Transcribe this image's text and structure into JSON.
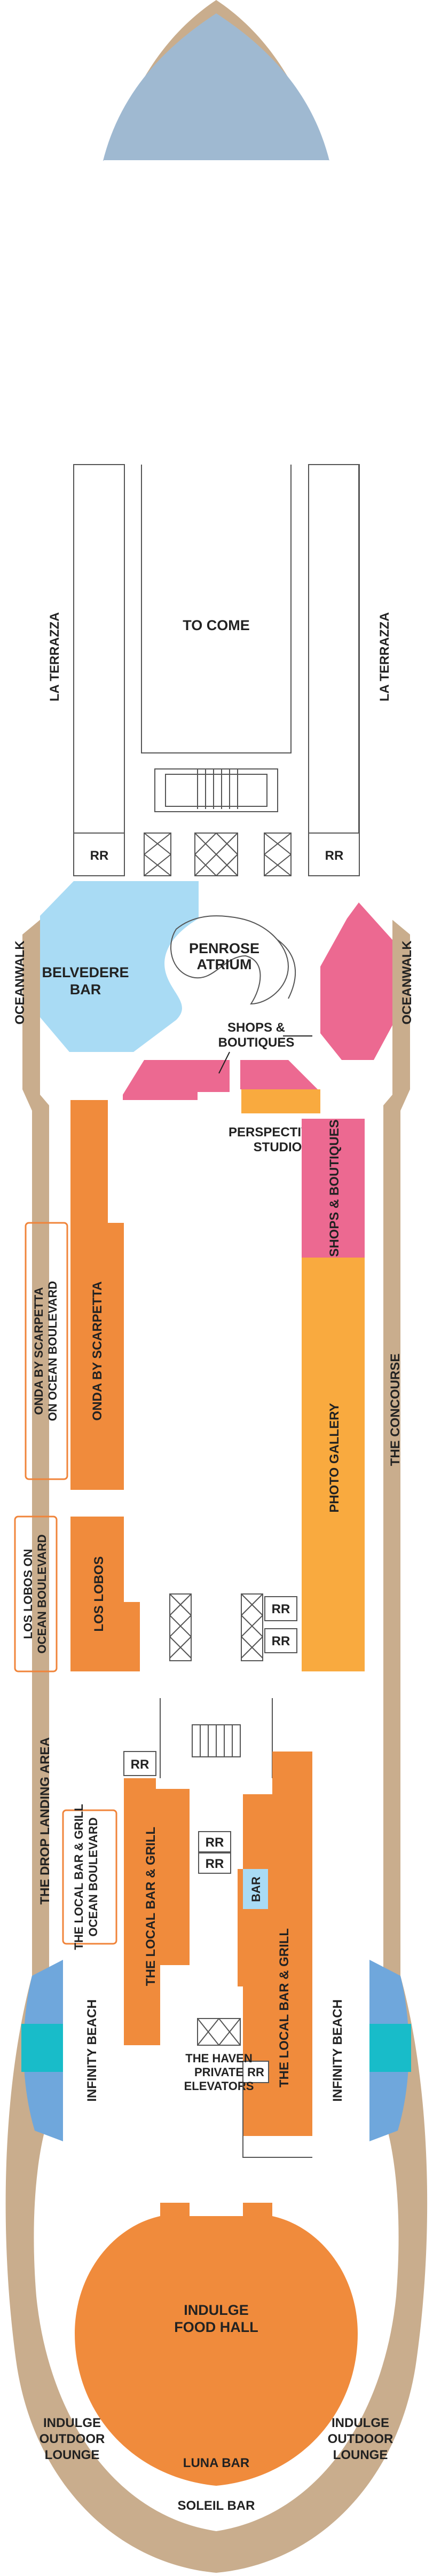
{
  "colors": {
    "hull": "#c9ad8d",
    "sea": "#9fb9d1",
    "teal": "#18bcc9",
    "blue": "#6fa7dc",
    "lightblue": "#a9dbf4",
    "orange": "#f08b3c",
    "amber": "#f9aa3f",
    "pink": "#ec6991",
    "line": "#555555",
    "outline_orange": "#f0843a"
  },
  "labels": {
    "to_come": "TO COME",
    "la_terrazza_left": "LA TERRAZZA",
    "la_terrazza_right": "LA TERRAZZA",
    "rr": "RR",
    "belvedere_bar_1": "BELVEDERE",
    "belvedere_bar_2": "BAR",
    "penrose_atrium_1": "PENROSE",
    "penrose_atrium_2": "ATRIUM",
    "oceanwalk_left": "OCEANWALK",
    "oceanwalk_right": "OCEANWALK",
    "shops_boutiques_1": "SHOPS &",
    "shops_boutiques_2": "BOUTIQUES",
    "perspectives_studio_1": "PERSPECTIVES",
    "perspectives_studio_2": "STUDIO",
    "shops_boutiques_vertical": "SHOPS & BOUTIQUES",
    "onda_ocean_1": "ONDA BY SCARPETTA",
    "onda_ocean_2": "ON OCEAN BOULEVARD",
    "onda": "ONDA BY SCARPETTA",
    "photo_gallery": "PHOTO GALLERY",
    "the_concourse": "THE CONCOURSE",
    "lobos_ocean_1": "LOS LOBOS ON",
    "lobos_ocean_2": "OCEAN BOULEVARD",
    "los_lobos": "LOS LOBOS",
    "drop_landing": "THE DROP LANDING AREA",
    "local_ocean_1": "THE LOCAL BAR & GRILL",
    "local_ocean_2": "OCEAN BOULEVARD",
    "local_left": "THE LOCAL BAR & GRILL",
    "local_right": "THE LOCAL BAR & GRILL",
    "bar": "BAR",
    "infinity_left": "INFINITY BEACH",
    "infinity_right": "INFINITY BEACH",
    "haven_1": "THE HAVEN",
    "haven_2": "PRIVATE",
    "haven_3": "ELEVATORS",
    "indulge_1": "INDULGE",
    "indulge_2": "FOOD HALL",
    "outdoor_left_1": "INDULGE",
    "outdoor_left_2": "OUTDOOR",
    "outdoor_left_3": "LOUNGE",
    "outdoor_right_1": "INDULGE",
    "outdoor_right_2": "OUTDOOR",
    "outdoor_right_3": "LOUNGE",
    "luna_bar": "LUNA BAR",
    "soleil_bar": "SOLEIL BAR"
  }
}
